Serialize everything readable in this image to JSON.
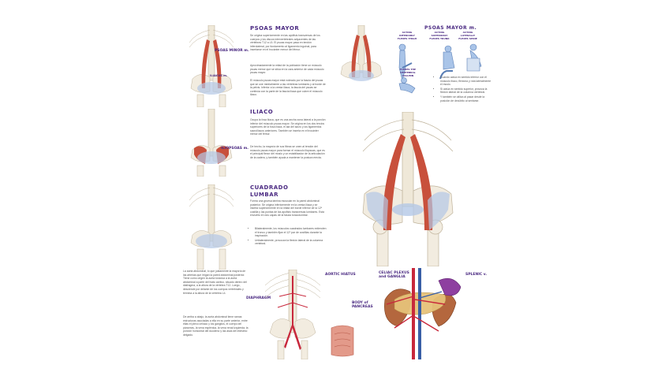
{
  "sections": {
    "psoas_mayor": {
      "title": "PSOAS MAYOR",
      "p1": "Se origina superiormente en las apófisis transversas de los cuerpos y los discos intervertebrales adyacentes de las vértebras T12 a L5. El psoas mayor pasa en tendón inferolateral, por fundamento al ligamento inguinal, para insertarse en el trocánter menor del fémur.",
      "p2": "Aproximadamente la mitad de la población tiene un músculo psoas menor que se sitúa en la cara anterior de cada músculo psoas mayor.",
      "p3": "El músculo psoas mayor está rodeado por la fascia del psoas que se une medialmente a las vértebras lumbares y al borde de la pelvis. Inferior a la cresta ilíaca, la fascia del psoas se continúa con la parte de la fascia ilíaca que cubre el músculo ilíaco."
    },
    "iliaco": {
      "title": "ILIACO",
      "p1": "Ocupa la fosa ilíaca, que es una ancha zona lateral a la porción inferior del músculo psoas mayor. Se origina en los dos tercios superiores de la fosa ilíaca, el ala del sacro y los ligamentos sacroilíacos anteriores. También se inserta en el trocánter menor del fémur.",
      "p2": "De hecho, la mayoría de sus fibras se unen al tendón del músculo psoas mayor para formar el músculo iliopsoas, que es el principal flexor del muslo y un estabilizador de la articulación de la cadera, y también ayuda a mantener la postura erecta."
    },
    "cuadrado": {
      "title_line1": "CUADRADO",
      "title_line2": "LUMBAR",
      "p1": "Forma una gruesa lámina muscular en la pared abdominal posterior. Se origina inferiormente en la cresta ilíaca y se inserta superiormente en la mitad del borde inferior de la 12ª costilla y las puntas de las apófisis transversas lumbares. Está envuelto en dos capas de la fascia toracolumbar.",
      "b1": "Bilateralmente, los músculos cuadrados lumbares extienden el tronco y también fijan el 12º par de costillas durante la inspiración.",
      "b2": "Unilateralmente, provocan la flexión lateral de la columna vertebral."
    },
    "psoas_action": {
      "title": "PSOAS MAYOR m.",
      "label_flexes": "ACTING INFERIORLY FLEXES THIGH",
      "label_extends": "ACTING SUPERIORLY FLEXES TRUNK",
      "label_lateral": "ACTING LATERALLY FLEXES SPINE",
      "label_trunk": "FLEXES THE VERTEBRAL COLUMN",
      "b1": "Cuando actúa en sentido inferior con el músculo ilíaco, flexiona y rota lateralmente el muslo.",
      "b2": "Si actúa en sentido superior, provoca la flexión lateral de la columna vertebral.",
      "b3": "Y también se utiliza al pasar desde la posición de decúbito al sentarse."
    },
    "aorta": {
      "p1": "La aorta abdominal, lo que justamente la mayoría de las arterias que irrigan la pared abdominal posterior. Tiene como origen la aorta torácica a la aorta abdominal a partir del hiato aórtico, situado dentro del diafragma, a la altura de la vértebra T12. Luego, desciende por delante de los cuerpos vertebrales y termina a la altura de la vértebra L4.",
      "p2": "De arriba a abajo, la aorta abdominal tiene ramas estructuras asociadas a ella en su parte anterior, entre ellas el plexo celíaco y los ganglios, el cuerpo del páncreas, la vena esplénica, la vena renal izquierda, la porción horizontal del duodeno y las asas del intestino delgado."
    }
  },
  "labels": {
    "psoas_minor": "PSOAS MINOR m.",
    "iliopsoas": "ILIOPSOAS m.",
    "iliacus": "ILIACUS m.",
    "aortic_hiatus": "AORTIC HIATUS",
    "diaphragm": "DIAPHRAGM",
    "celiac": "CELIAC PLEXUS and GANGLIA",
    "splenic": "SPLENIC v.",
    "pancreas": "BODY of PANCREAS"
  },
  "colors": {
    "heading": "#4b2a82",
    "muscle": "#c8503c",
    "bone": "#f2ece0",
    "fascia": "#b4c8e6"
  }
}
